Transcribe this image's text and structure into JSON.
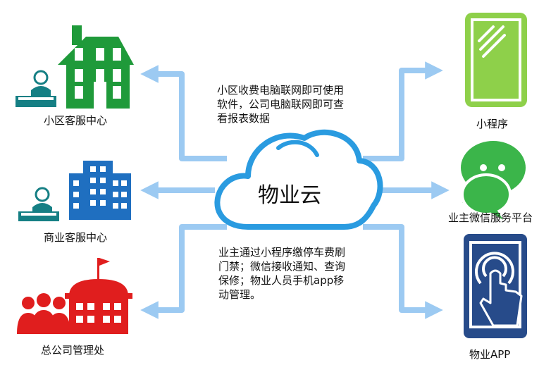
{
  "center": {
    "title": "物业云"
  },
  "notes": {
    "top": [
      "小区收费电脑联网即可使用",
      "软件，公司电脑联网即可查",
      "看报表数据"
    ],
    "bottom": [
      "业主通过小程序缴停车费刷",
      "门禁；微信接收通知、查询",
      "保修；物业人员手机app移",
      "动管理。"
    ]
  },
  "left": [
    {
      "label": "小区客服中心",
      "icon": "house-service-icon"
    },
    {
      "label": "商业客服中心",
      "icon": "building-service-icon"
    },
    {
      "label": "总公司管理处",
      "icon": "headquarters-icon"
    }
  ],
  "right": [
    {
      "label": "小程序",
      "icon": "mini-program-phone-icon"
    },
    {
      "label": "业主微信服务平台",
      "icon": "wechat-icon"
    },
    {
      "label": "物业APP",
      "icon": "tap-phone-icon"
    }
  ],
  "colors": {
    "arrow": "#9ccaf2",
    "cloud_stroke": "#2a9be0",
    "green": "#1f9a3a",
    "lime": "#8ed04a",
    "wechat": "#3bb54a",
    "blue": "#1f6fc0",
    "navy": "#274b8a",
    "red": "#e01e1e",
    "teal": "#157f84"
  }
}
